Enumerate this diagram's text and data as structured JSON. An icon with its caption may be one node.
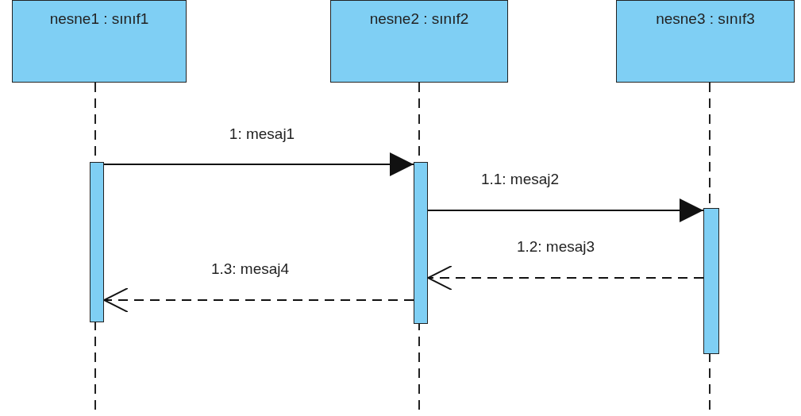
{
  "diagram": {
    "nodes": [
      {
        "text": [
          "nesne1 : sınıf1"
        ]
      },
      {
        "text": [
          "nesne2 : sınıf2"
        ]
      },
      {
        "text": [
          "nesne3 : sınıf3"
        ]
      },
      {
        "text": [],
        "shape": "bar"
      },
      {
        "text": [],
        "shape": "bar"
      },
      {
        "text": [],
        "shape": "bar"
      }
    ],
    "edges": [
      {
        "from": 3,
        "to": 4,
        "arrow": "to",
        "label": "1: mesaj1"
      },
      {
        "from": 4,
        "to": 5,
        "arrow": "to",
        "label": "1.1: mesaj2"
      },
      {
        "from": 5,
        "to": 4,
        "arrow": "to",
        "label": "1.2: mesaj3",
        "style": "dashed"
      },
      {
        "from": 4,
        "to": 3,
        "arrow": "to",
        "label": "1.3: mesaj4",
        "style": "dashed"
      }
    ]
  }
}
